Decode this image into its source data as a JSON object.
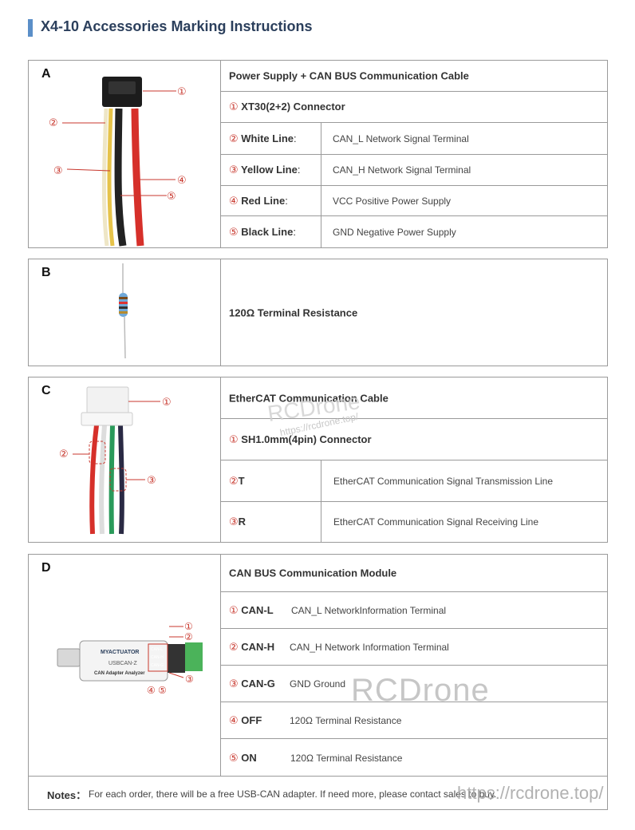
{
  "title": "X4-10 Accessories Marking Instructions",
  "sectionA": {
    "letter": "A",
    "header": "Power Supply + CAN BUS Communication Cable",
    "connector": {
      "num": "①",
      "label": "XT30(2+2) Connector"
    },
    "rows": [
      {
        "num": "②",
        "key": "White Line",
        "colon": ":",
        "value": "CAN_L Network Signal Terminal"
      },
      {
        "num": "③",
        "key": "Yellow Line",
        "colon": ":",
        "value": "CAN_H Network Signal Terminal"
      },
      {
        "num": "④",
        "key": "Red Line",
        "colon": ":",
        "value": "VCC Positive Power Supply"
      },
      {
        "num": "⑤",
        "key": "Black Line",
        "colon": ":",
        "value": "GND Negative Power Supply"
      }
    ],
    "callouts": [
      "①",
      "②",
      "③",
      "④",
      "⑤"
    ]
  },
  "sectionB": {
    "letter": "B",
    "text": "120Ω Terminal Resistance"
  },
  "sectionC": {
    "letter": "C",
    "header": "EtherCAT Communication Cable",
    "connector": {
      "num": "①",
      "label": "SH1.0mm(4pin) Connector"
    },
    "rows": [
      {
        "num": "②",
        "key": "T",
        "value": "EtherCAT Communication Signal Transmission Line"
      },
      {
        "num": "③",
        "key": "R",
        "value": "EtherCAT Communication Signal Receiving Line"
      }
    ],
    "callouts": [
      "①",
      "②",
      "③"
    ]
  },
  "sectionD": {
    "letter": "D",
    "header": "CAN BUS Communication Module",
    "rows": [
      {
        "num": "①",
        "key": "CAN-L",
        "value": "CAN_L NetworkInformation Terminal"
      },
      {
        "num": "②",
        "key": "CAN-H",
        "value": "CAN_H Network Information Terminal"
      },
      {
        "num": "③",
        "key": "CAN-G",
        "value": "GND Ground"
      },
      {
        "num": "④",
        "key": "OFF",
        "value": "120Ω Terminal Resistance"
      },
      {
        "num": "⑤",
        "key": "ON",
        "value": "120Ω Terminal Resistance"
      }
    ],
    "device": {
      "brand": "MYACTUATOR",
      "model": "USBCAN-Z",
      "caption": "CAN Adapter Analyzer",
      "pins": [
        "CAN-L",
        "CAN-H",
        "CAN-G"
      ]
    },
    "callouts": [
      "①",
      "②",
      "③",
      "④",
      "⑤"
    ]
  },
  "notes": {
    "label": "Notes：",
    "text": "For each order, there will be a free USB-CAN adapter. If need more, please contact sales to buy."
  },
  "watermarks": {
    "main": "RCDrone",
    "url": "https://rcdrone.top/",
    "faint": "RCDrone",
    "faint_url": "https://rcdrone.top/"
  },
  "colors": {
    "accent": "#5b8fc8",
    "callout": "#c8372d",
    "title": "#2b3f5c"
  }
}
